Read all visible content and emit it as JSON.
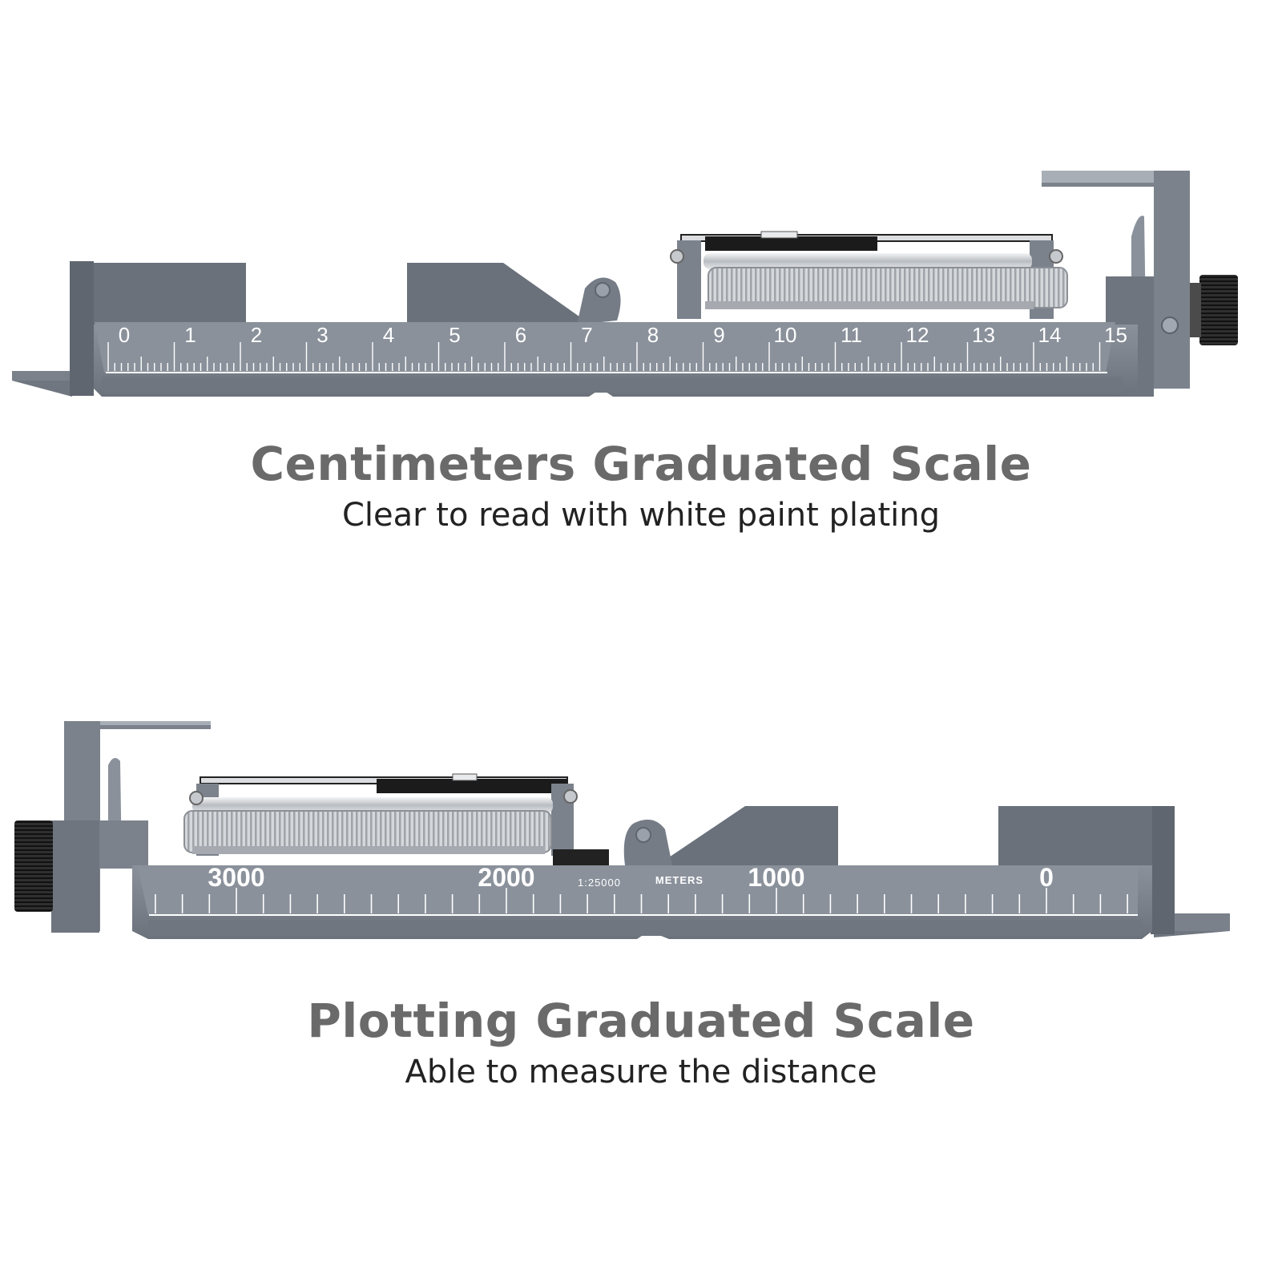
{
  "colors": {
    "body": "#7d8591",
    "body_dark": "#5f6670",
    "body_light": "#9aa1ab",
    "scale_face": "#8b929c",
    "marking": "#ffffff",
    "silver": "#c9ccd0",
    "knob": "#2a2a2a",
    "title": "#6a6a6a",
    "subtitle": "#222222"
  },
  "icons": [
    "compass-bezel-icon",
    "hinge-icon",
    "knurled-knob-icon",
    "sight-mirror-icon",
    "screw-icon"
  ],
  "panels": {
    "centimeters": {
      "title": "Centimeters Graduated Scale",
      "subtitle": "Clear to read with white paint plating",
      "scale": {
        "labels": [
          "0",
          "1",
          "2",
          "3",
          "4",
          "5",
          "6",
          "7",
          "8",
          "9",
          "10",
          "11",
          "12",
          "13",
          "14",
          "15"
        ]
      }
    },
    "plotting": {
      "title": "Plotting Graduated Scale",
      "subtitle": "Able to measure the distance",
      "scale": {
        "labels": [
          "3000",
          "2000",
          "1000",
          "0"
        ],
        "ratio": "1:25000",
        "unit": "METERS"
      }
    }
  }
}
